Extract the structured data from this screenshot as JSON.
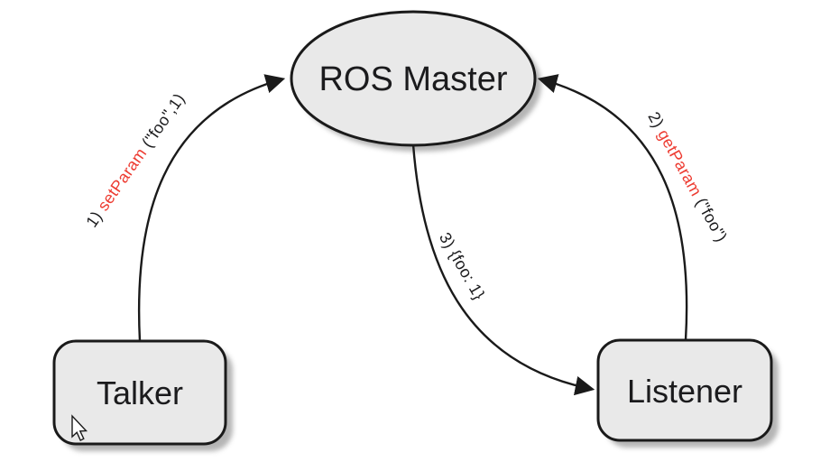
{
  "diagram": {
    "nodes": {
      "master": {
        "label": "ROS Master",
        "shape": "ellipse"
      },
      "talker": {
        "label": "Talker",
        "shape": "rounded-rect"
      },
      "listener": {
        "label": "Listener",
        "shape": "rounded-rect"
      }
    },
    "edges": {
      "setparam": {
        "from": "Talker",
        "to": "ROS Master",
        "prefix": "1) ",
        "method": "setParam",
        "suffix": " (\"foo\",1)"
      },
      "getparam": {
        "from": "Listener",
        "to": "ROS Master",
        "prefix": "2) ",
        "method": "getParam",
        "suffix": " (\"foo\")"
      },
      "value": {
        "from": "ROS Master",
        "to": "Listener",
        "label": "3) {foo: 1}"
      }
    },
    "colors": {
      "background": "#ffffff",
      "node_fill": "#e9e9e9",
      "node_border": "#1a1a1a",
      "node_shadow": "#9c9c9c",
      "edge_stroke": "#1a1a1a",
      "text": "#1b1b1d",
      "method_text": "#ed3b31"
    },
    "cursor": {
      "icon": "arrow-pointer"
    }
  }
}
